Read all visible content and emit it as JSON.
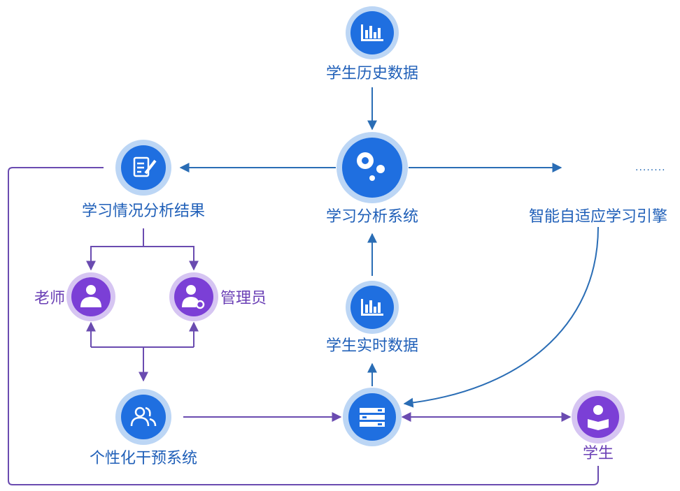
{
  "nodes": {
    "history_data": {
      "label": "学生历史数据",
      "icon": "bar-chart-icon"
    },
    "analysis_system": {
      "label": "学习分析系统",
      "icon": "analysis-bubbles-icon"
    },
    "analysis_result": {
      "label": "学习情况分析结果",
      "icon": "document-edit-icon"
    },
    "adaptive_engine": {
      "label": "智能自适应学习引擎"
    },
    "teacher": {
      "label": "老师",
      "icon": "teacher-icon"
    },
    "admin": {
      "label": "管理员",
      "icon": "admin-gear-icon"
    },
    "realtime_data": {
      "label": "学生实时数据",
      "icon": "bar-chart-icon"
    },
    "intervention": {
      "label": "个性化干预系统",
      "icon": "users-icon"
    },
    "server": {
      "icon": "server-icon"
    },
    "student": {
      "label": "学生",
      "icon": "student-reading-icon"
    }
  },
  "ellipsis": "........",
  "colors": {
    "blue": "#1f6fe0",
    "blue_ring": "#bcd6f5",
    "purple": "#7b3fd6",
    "purple_ring": "#d6c5f2",
    "line": "#2a6db5",
    "line_purple": "#6a4bb0"
  }
}
